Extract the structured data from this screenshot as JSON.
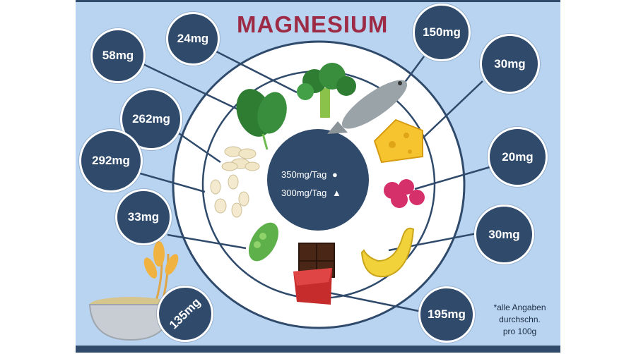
{
  "title": "MAGNESIUM",
  "daily_needs": {
    "men": "350mg/Tag",
    "women": "300mg/Tag"
  },
  "values": {
    "spinach": "58mg",
    "broccoli": "24mg",
    "fish": "150mg",
    "cheese": "30mg",
    "cashews": "262mg",
    "raspberries": "20mg",
    "almonds": "292mg",
    "peas": "33mg",
    "banana": "30mg",
    "chocolate": "195mg",
    "oats": "135mg"
  },
  "note": {
    "line1": "*alle Angaben",
    "line2": "durchschn.",
    "line3": "pro 100g"
  },
  "colors": {
    "background": "#b9d4f1",
    "badge": "#2f4a6b",
    "title": "#9d2b45",
    "plate": "#ffffff"
  }
}
